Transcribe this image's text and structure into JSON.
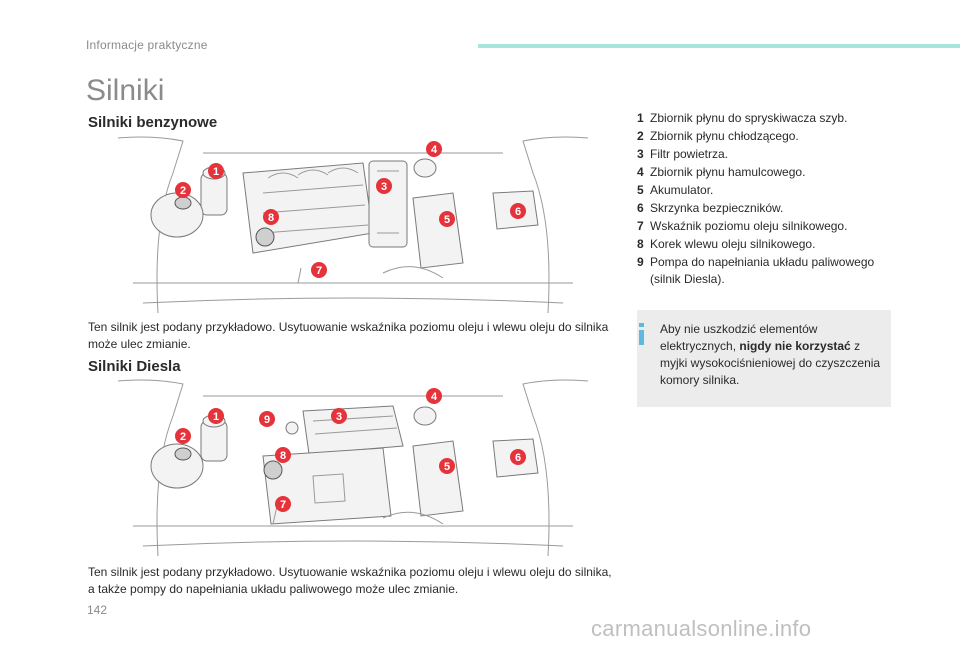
{
  "header": {
    "section": "Informacje praktyczne"
  },
  "page": {
    "title": "Silniki",
    "number": "142"
  },
  "petrol": {
    "heading": "Silniki benzynowe",
    "note": "Ten silnik jest podany przykładowo. Usytuowanie wskaźnika poziomu oleju i wlewu oleju do silnika może ulec zmianie.",
    "markers": [
      "1",
      "2",
      "3",
      "4",
      "5",
      "6",
      "7",
      "8"
    ]
  },
  "diesel": {
    "heading": "Silniki Diesla",
    "note": "Ten silnik jest podany przykładowo. Usytuowanie wskaźnika poziomu oleju i wlewu oleju do silnika, a także pompy do napełniania układu paliwowego może ulec zmianie.",
    "markers": [
      "1",
      "2",
      "3",
      "4",
      "5",
      "6",
      "7",
      "8",
      "9"
    ]
  },
  "legend": [
    {
      "num": "1",
      "text": "Zbiornik płynu do spryskiwacza szyb."
    },
    {
      "num": "2",
      "text": "Zbiornik płynu chłodzącego."
    },
    {
      "num": "3",
      "text": "Filtr powietrza."
    },
    {
      "num": "4",
      "text": "Zbiornik płynu hamulcowego."
    },
    {
      "num": "5",
      "text": "Akumulator."
    },
    {
      "num": "6",
      "text": "Skrzynka bezpieczników."
    },
    {
      "num": "7",
      "text": "Wskaźnik poziomu oleju silnikowego."
    },
    {
      "num": "8",
      "text": "Korek wlewu oleju silnikowego."
    },
    {
      "num": "9",
      "text": "Pompa do napełniania układu paliwowego (silnik Diesla)."
    }
  ],
  "info": {
    "before": "Aby nie uszkodzić elementów elektrycznych, ",
    "bold": "nigdy nie korzystać",
    "after": " z myjki wysokociśnieniowej do czyszczenia komory silnika."
  },
  "colors": {
    "marker": "#e5333b",
    "accent_bar": "#a6e6dd",
    "info_icon": "#5fb8e0",
    "info_bg": "#ececec"
  },
  "watermark": "carmanualsonline.info"
}
